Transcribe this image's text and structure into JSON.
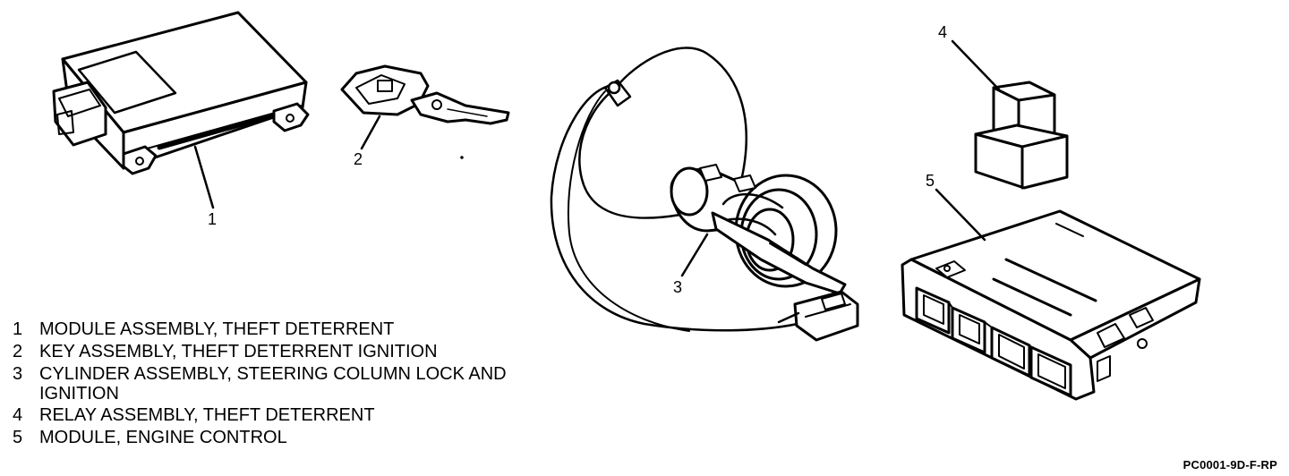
{
  "callouts": {
    "c1": "1",
    "c2": "2",
    "c3": "3",
    "c4": "4",
    "c5": "5"
  },
  "legend": [
    {
      "num": "1",
      "text": "MODULE ASSEMBLY, THEFT DETERRENT"
    },
    {
      "num": "2",
      "text": "KEY ASSEMBLY, THEFT DETERRENT IGNITION"
    },
    {
      "num": "3",
      "text": "CYLINDER ASSEMBLY, STEERING COLUMN LOCK AND IGNITION"
    },
    {
      "num": "4",
      "text": "RELAY ASSEMBLY, THEFT DETERRENT"
    },
    {
      "num": "5",
      "text": "MODULE, ENGINE CONTROL"
    }
  ],
  "figure_code": "PC0001-9D-F-RP",
  "colors": {
    "line": "#000000",
    "background": "#ffffff"
  }
}
